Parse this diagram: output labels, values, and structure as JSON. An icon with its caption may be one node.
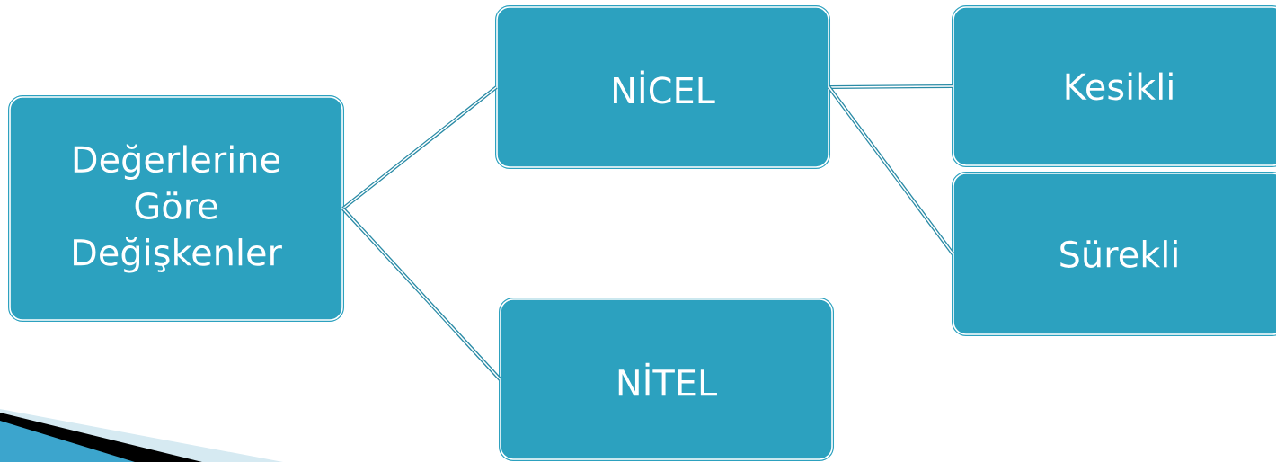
{
  "diagram": {
    "nodes": [
      {
        "text": [
          "Değerlerine Göre Değişkenler"
        ]
      },
      {
        "text": [
          "NİCEL"
        ]
      },
      {
        "text": [
          "NİTEL"
        ]
      },
      {
        "text": [
          "Kesikli"
        ]
      },
      {
        "text": [
          "Sürekli"
        ]
      }
    ],
    "edges": [
      {
        "from": 0,
        "to": 1,
        "arrow": "none"
      },
      {
        "from": 0,
        "to": 2,
        "arrow": "none"
      },
      {
        "from": 1,
        "to": 3,
        "arrow": "none"
      },
      {
        "from": 1,
        "to": 4,
        "arrow": "none"
      }
    ]
  }
}
